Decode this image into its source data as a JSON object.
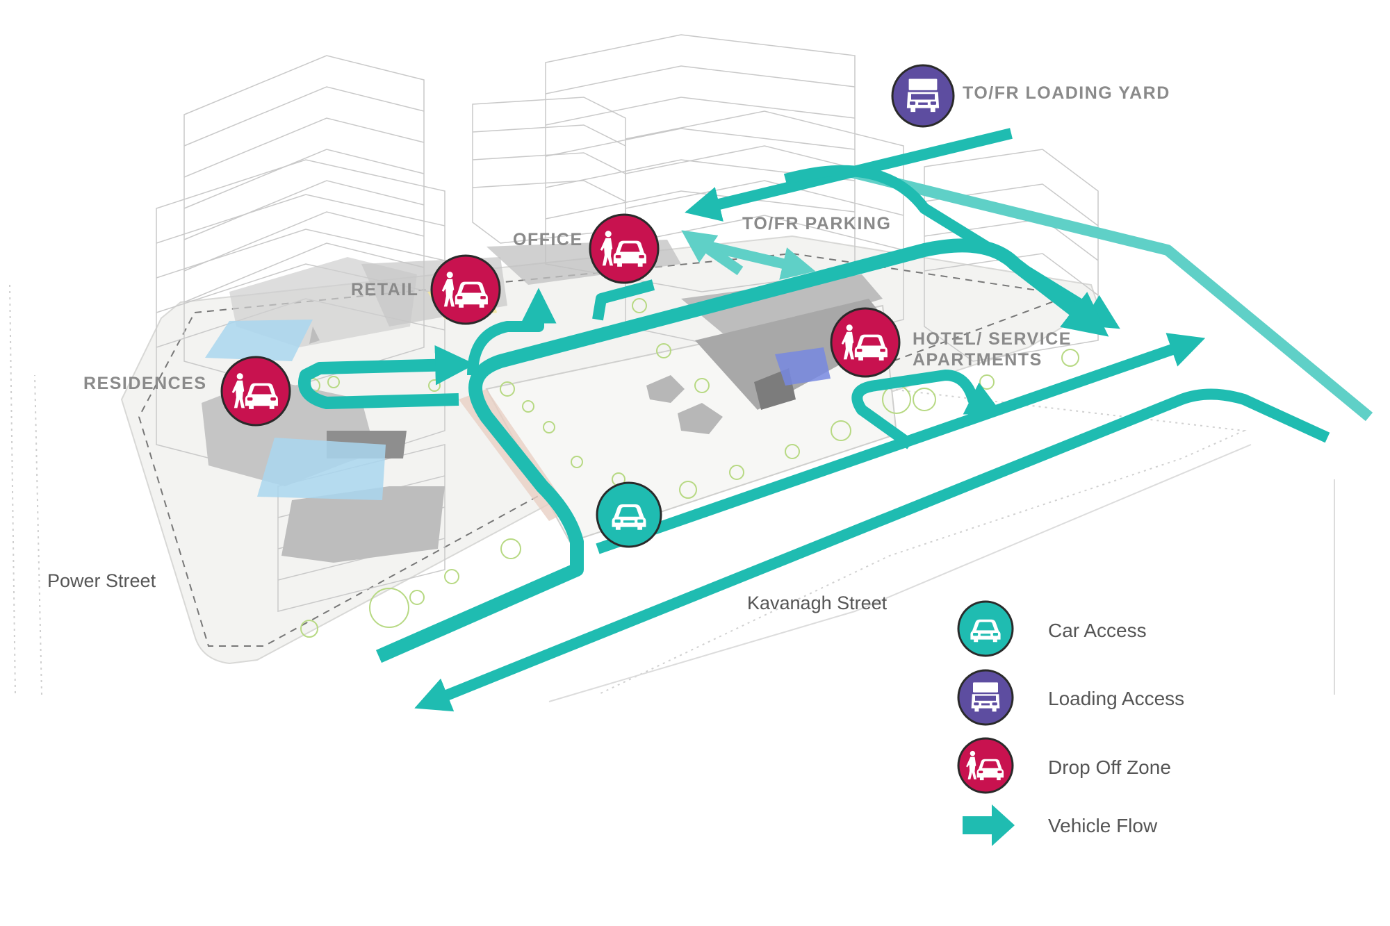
{
  "colors": {
    "car_access": "#1fbcb1",
    "loading_access": "#5d4da0",
    "drop_off": "#c8124f",
    "vehicle_flow": "#1fbcb1",
    "vehicle_flow_light": "#5fd0c7",
    "label_gray": "#8a8a8a",
    "street_text": "#555555"
  },
  "labels": {
    "loading_yard": "TO/FR LOADING YARD",
    "parking": "TO/FR PARKING",
    "office": "OFFICE",
    "retail": "RETAIL",
    "residences": "RESIDENCES",
    "hotel_line1": "HOTEL/ SERVICE",
    "hotel_line2": "APARTMENTS"
  },
  "streets": {
    "power": "Power Street",
    "kavanagh": "Kavanagh Street"
  },
  "legend": [
    {
      "icon": "car-access-icon",
      "label": "Car Access"
    },
    {
      "icon": "loading-access-icon",
      "label": "Loading Access"
    },
    {
      "icon": "drop-off-zone-icon",
      "label": "Drop Off Zone"
    },
    {
      "icon": "vehicle-flow-arrow-icon",
      "label": "Vehicle Flow"
    }
  ]
}
